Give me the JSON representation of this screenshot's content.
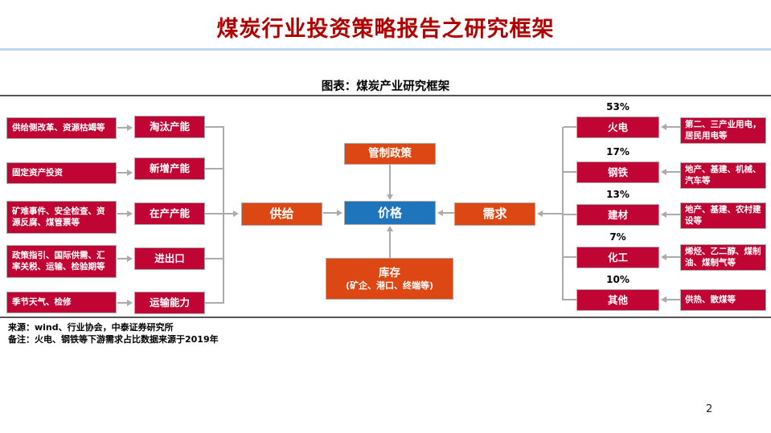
{
  "page": {
    "title": "煤炭行业投资策略报告之研究框架",
    "page_number": "2"
  },
  "figure": {
    "caption": "图表：煤炭产业研究框架",
    "source": "来源：wind、行业协会，中泰证券研究所",
    "note": "备注：火电、钢铁等下游需求占比数据来源于2019年"
  },
  "colors": {
    "crimson_box": "#c00534",
    "orange_box": "#dd4714",
    "blue_box": "#1f75bc",
    "title_red": "#b00000",
    "title_rule_blue": "#bdd7ee",
    "connector_gray": "#ababab"
  },
  "supply_chain": {
    "factors": [
      {
        "label": "供给侧改革、资源枯竭等"
      },
      {
        "label": "固定资产投资"
      },
      {
        "label": "矿难事件、安全检查、资源反腐、煤管票等"
      },
      {
        "label": "政策指引、国际供需、汇率关税、运输、检验期等"
      },
      {
        "label": "季节天气、检修"
      }
    ],
    "capacity": [
      {
        "label": "淘汰产能"
      },
      {
        "label": "新增产能"
      },
      {
        "label": "在产产能"
      },
      {
        "label": "进出口"
      },
      {
        "label": "运输能力"
      }
    ]
  },
  "core": {
    "policy": "管制政策",
    "supply": "供给",
    "price": "价格",
    "demand": "需求",
    "inventory_title": "库存",
    "inventory_note": "(矿企、港口、终端等)"
  },
  "demand_side": {
    "sectors": [
      {
        "share": "53%",
        "label": "火电",
        "drivers": "第二、三产业用电，居民用电等"
      },
      {
        "share": "17%",
        "label": "钢铁",
        "drivers": "地产、基建、机械、汽车等"
      },
      {
        "share": "13%",
        "label": "建材",
        "drivers": "地产、基建、农村建设等"
      },
      {
        "share": "7%",
        "label": "化工",
        "drivers": "烯烃、乙二醇、煤制油、煤制气等"
      },
      {
        "share": "10%",
        "label": "其他",
        "drivers": "供热、散煤等"
      }
    ]
  }
}
